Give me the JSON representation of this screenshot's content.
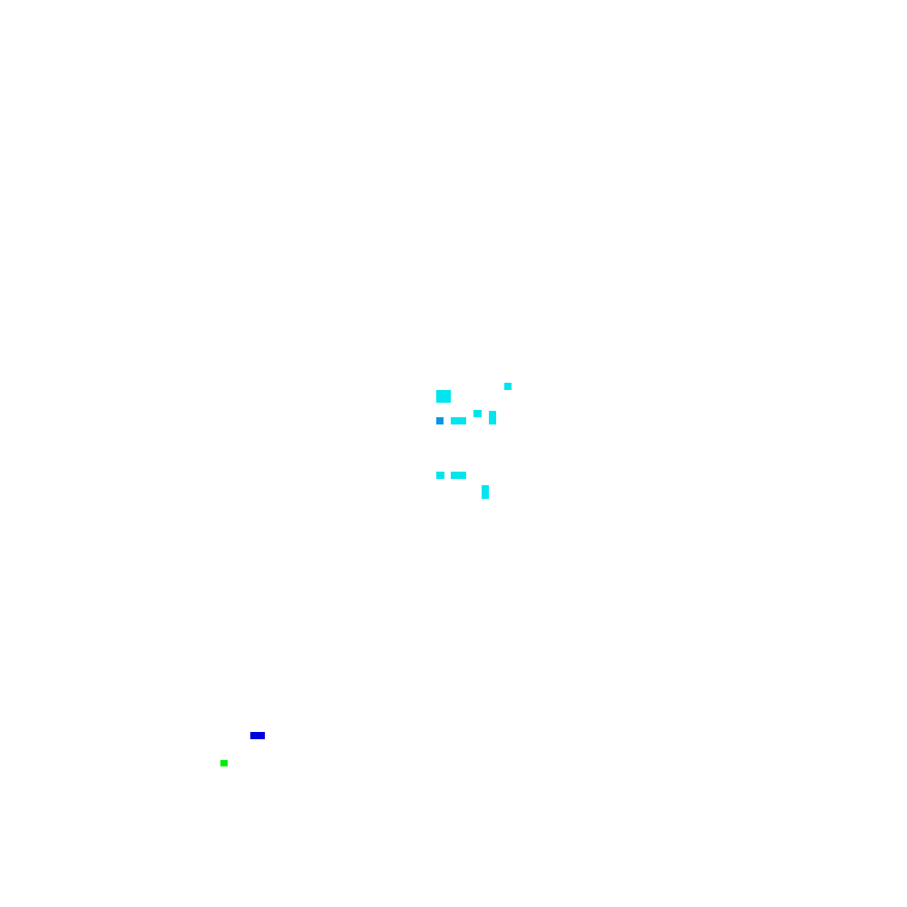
{
  "colors": {
    "background": "#ffffff",
    "cyan": "#00e5ee",
    "azure": "#0a96e6",
    "blue": "#0000dd",
    "green": "#00ee00"
  },
  "blocks": [
    {
      "id": "b1",
      "color": "#00e5ee"
    },
    {
      "id": "b2",
      "color": "#00e5ee"
    },
    {
      "id": "b3",
      "color": "#00e5ee"
    },
    {
      "id": "b4",
      "color": "#00e5ee"
    },
    {
      "id": "b5",
      "color": "#0a96e6"
    },
    {
      "id": "b6",
      "color": "#00e5ee"
    },
    {
      "id": "b7",
      "color": "#00e5ee"
    },
    {
      "id": "b8",
      "color": "#00e5ee"
    },
    {
      "id": "b9",
      "color": "#00e5ee"
    },
    {
      "id": "b10",
      "color": "#0000dd"
    },
    {
      "id": "b11",
      "color": "#00ee00"
    }
  ]
}
